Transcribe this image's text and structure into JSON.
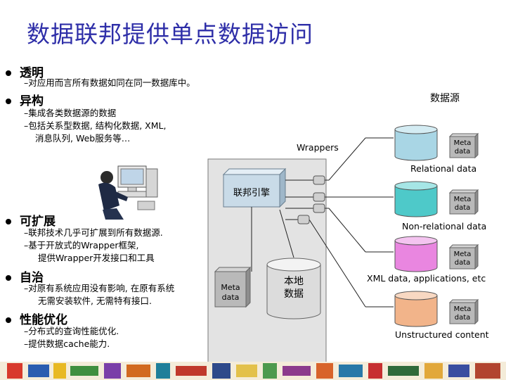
{
  "title": "数据联邦提供单点数据访问",
  "bullets": {
    "transparent": {
      "label": "透明",
      "lines": [
        "–对应用而言所有数据如同在同一数据库中。"
      ]
    },
    "heterogeneous": {
      "label": "异构",
      "lines": [
        "–集成各类数据源的数据",
        "–包括关系型数据, 结构化数据, XML,",
        "  消息队列, Web服务等…"
      ]
    },
    "extensible": {
      "label": "可扩展",
      "lines": [
        "–联邦技术几乎可扩展到所有数据源.",
        "–基于开放式的Wrapper框架,",
        "  提供Wrapper开发接口和工具"
      ]
    },
    "autonomous": {
      "label": "自治",
      "lines": [
        "–对原有系统应用没有影响, 在原有系统",
        "  无需安装软件, 无需特有接口."
      ]
    },
    "performance": {
      "label": "性能优化",
      "lines": [
        "–分布式的查询性能优化.",
        "–提供数据cache能力."
      ]
    }
  },
  "diagram": {
    "data_sources_label": "数据源",
    "wrappers_label": "Wrappers",
    "engine_label": "联邦引擎",
    "local_data_label": [
      "本地",
      "数据"
    ],
    "engine_meta_label": [
      "Meta",
      "data"
    ],
    "sources": [
      {
        "name": "Relational data",
        "meta": [
          "Meta",
          "data"
        ],
        "color": "#a9d6e5"
      },
      {
        "name": "Non-relational data",
        "meta": [
          "Meta",
          "data"
        ],
        "color": "#4ec9c9"
      },
      {
        "name": "XML data, applications, etc",
        "meta": [
          "Meta",
          "data"
        ],
        "color": "#e986e0"
      },
      {
        "name": "Unstructured content",
        "meta": [
          "Meta",
          "data"
        ],
        "color": "#f2b48a"
      }
    ],
    "colors": {
      "panel": "#e3e3e3",
      "engine": "#c9dbe8",
      "meta_box": "#b9b9b9",
      "title": "#2e2ea8"
    }
  }
}
